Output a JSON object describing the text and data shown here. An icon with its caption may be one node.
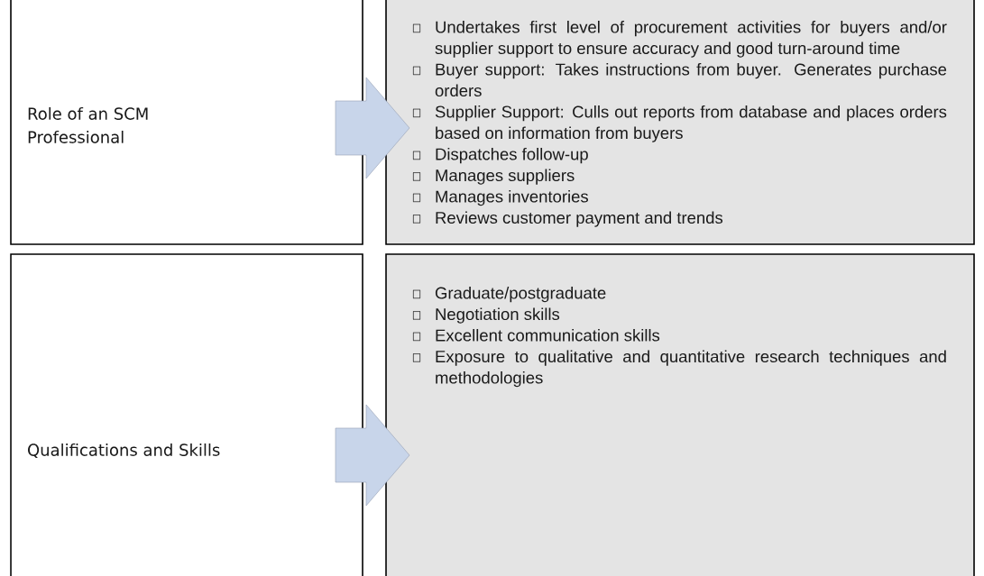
{
  "diagram": {
    "nodes": [
      {
        "text": [
          "Role of an SCM Professional"
        ]
      },
      {
        "text": [
          "Undertakes first level of procurement activities for buyers and/or supplier support to ensure accuracy and good turn-around time",
          "Buyer support: Takes instructions from buyer. Generates purchase orders",
          "Supplier Support: Culls out reports from database and places orders based on information from buyers",
          "Dispatches follow-up",
          "Manages suppliers",
          "Manages inventories",
          "Reviews customer payment and trends"
        ]
      },
      {
        "text": [
          "Qualifications and Skills"
        ]
      },
      {
        "text": [
          "Graduate/postgraduate",
          "Negotiation skills",
          "Excellent communication skills",
          "Exposure to qualitative and quantitative research techniques and methodologies"
        ]
      }
    ],
    "edges": [
      {
        "from": 0,
        "to": 1,
        "arrow": "to"
      },
      {
        "from": 2,
        "to": 3,
        "arrow": "to"
      }
    ]
  }
}
